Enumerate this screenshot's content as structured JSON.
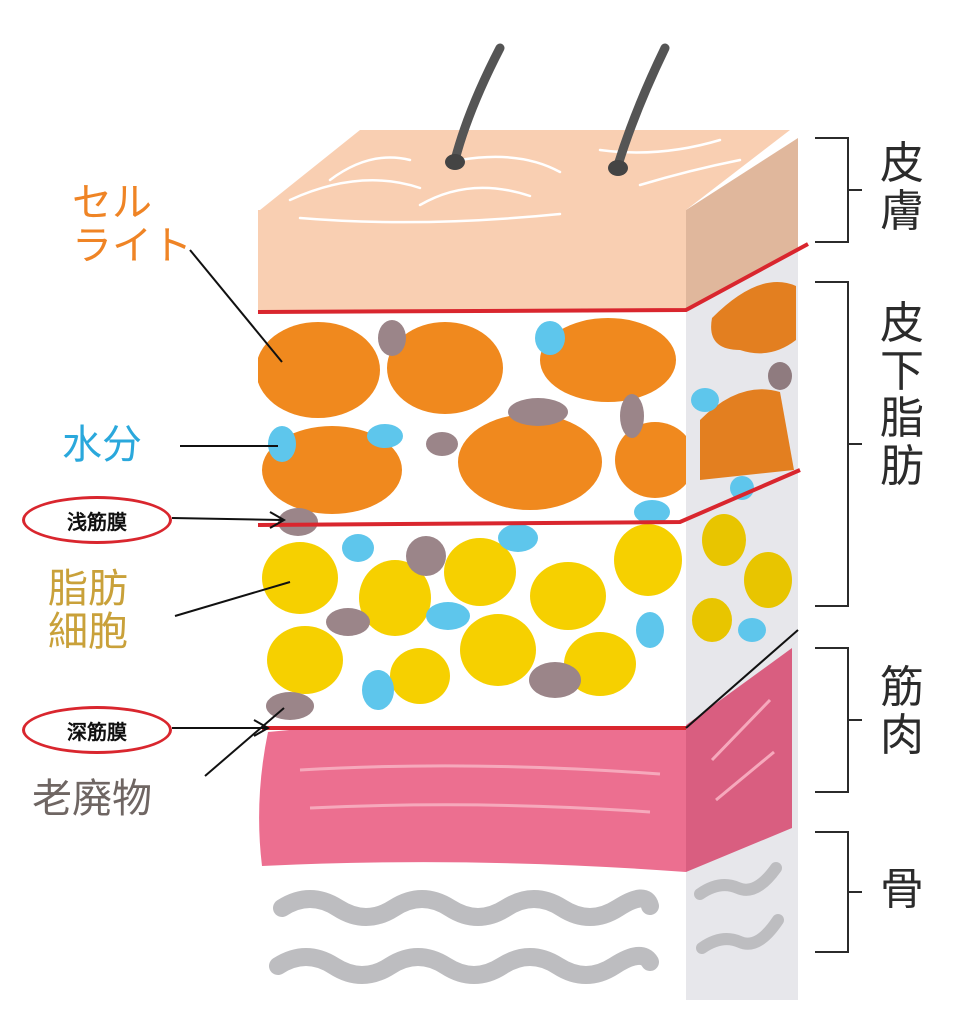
{
  "colors": {
    "skin": "#f9cfb2",
    "skin_side": "#e0b79c",
    "cellulite": "#f0891e",
    "water": "#5ec6ec",
    "waste": "#9b8589",
    "fat_cell": "#f6d000",
    "muscle": "#ec6f90",
    "bone": "#bdbdc0",
    "fascia_line": "#d9262e",
    "label_orange": "#ef8425",
    "label_blue": "#2aa8dc",
    "label_gold": "#c9a13a",
    "label_gray": "#6f6663",
    "label_dark": "#2b2b2b"
  },
  "labels_left": {
    "cellulite": "セル\nライト",
    "water": "水分",
    "superficial_fascia": "浅筋膜",
    "fat_cells": "脂肪\n細胞",
    "deep_fascia": "深筋膜",
    "waste": "老廃物"
  },
  "labels_right": {
    "skin": "皮\n膚",
    "subcutaneous_fat": "皮\n下\n脂\n肪",
    "muscle": "筋\n肉",
    "bone": "骨"
  }
}
